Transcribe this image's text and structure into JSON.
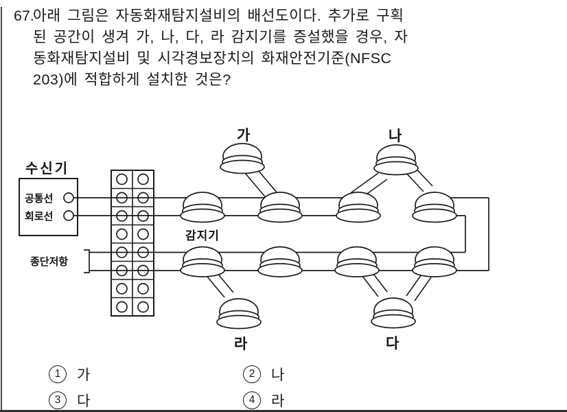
{
  "question": {
    "number": "67.",
    "lines": [
      "아래 그림은 자동화재탐지설비의 배선도이다. 추가로 구획",
      "된 공간이 생겨 가, 나, 다, 라 감지기를 증설했을 경우, 자",
      "동화재탐지설비 및 시각경보장치의 화재안전기준(NFSC",
      "203)에 적합하게 설치한 것은?"
    ]
  },
  "diagram": {
    "receiver_label": "수신기",
    "receiver_terminals": {
      "common": "공통선",
      "circuit": "회로선"
    },
    "end_resistor_label": "종단저항",
    "detector_label": "감지기",
    "added_detector_labels": {
      "ga": "가",
      "na": "나",
      "da": "다",
      "ra": "라"
    }
  },
  "choices": [
    {
      "num": "1",
      "label": "가"
    },
    {
      "num": "2",
      "label": "나"
    },
    {
      "num": "3",
      "label": "다"
    },
    {
      "num": "4",
      "label": "라"
    }
  ]
}
